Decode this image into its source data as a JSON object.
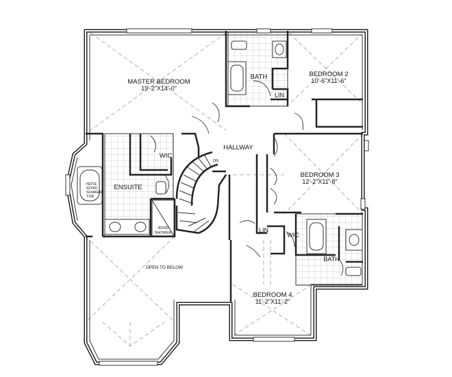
{
  "rooms": {
    "master": {
      "name": "MASTER BEDROOM",
      "dim": "19'-2\"X14'-0\""
    },
    "bed2": {
      "name": "BEDROOM 2",
      "dim": "10'-6\"X11'-6\""
    },
    "bed3": {
      "name": "BEDROOM 3",
      "dim": "12'-2\"X11'-8\""
    },
    "bed4": {
      "name": "BEDROOM 4",
      "dim": "11'-2\"X11'-2\""
    },
    "bath_top": "BATH",
    "bath_right": "BATH",
    "wic_master": "WIC",
    "wic_right": "WIC",
    "lin_top": "LIN",
    "lin_mid": "LIN",
    "ensuite": "ENSUITE",
    "hallway": "HALLWAY"
  },
  "notes": {
    "tub_line1": "NOTE",
    "tub_line2": "42X60",
    "tub_line3": "SOAKER",
    "tub_line4": "TUB",
    "shower_line1": "36X60",
    "shower_line2": "SHOWER",
    "stair": "DN",
    "open_below": "OPEN TO BELOW"
  },
  "colors": {
    "wall": "#222222",
    "dashed": "#9a9a9a",
    "tile": "#cfcfcf"
  }
}
